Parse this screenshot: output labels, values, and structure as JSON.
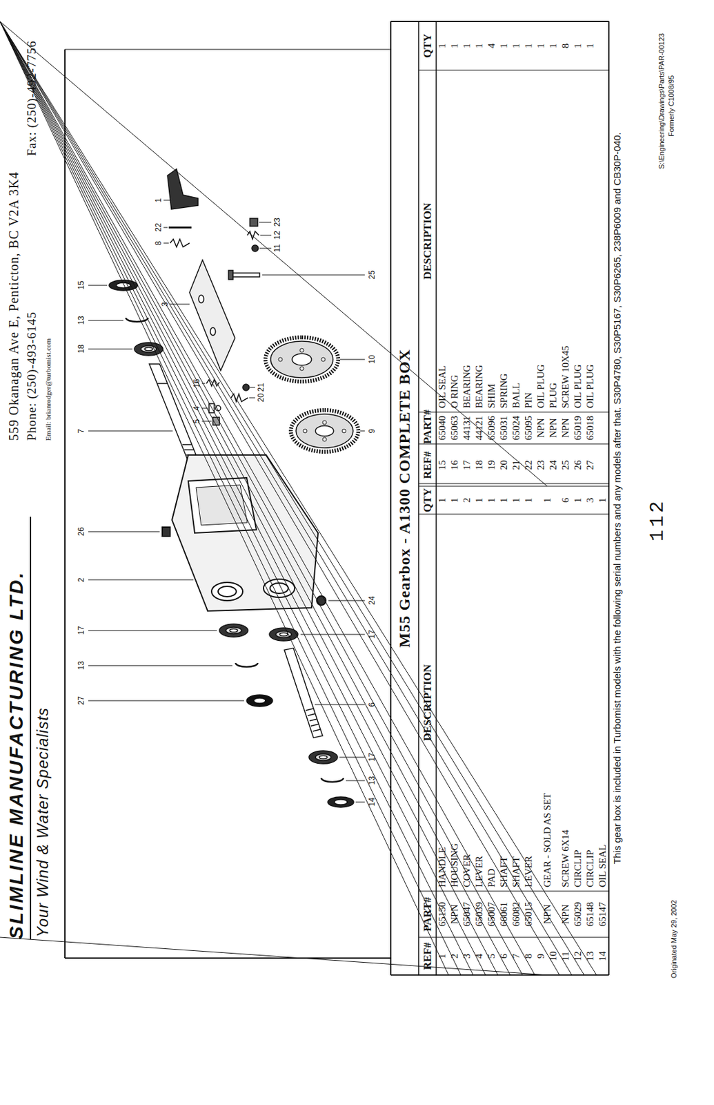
{
  "diagram": {
    "title": "M55 Gearbox - A1300 COMPLETE BOX",
    "labels": [
      "SLIMLINE MANUFACTURING LTD.",
      "Your Wind & Water Specialists",
      "559 Okanagan Ave E, Penticton, BC V2A 3K4",
      "Phone: (250)-493-6145",
      "Fax: (250)-492-7756",
      "Email: brianrodger@turbomist.com",
      "27",
      "13",
      "17",
      "2",
      "26",
      "7",
      "18",
      "13",
      "15",
      "14",
      "13",
      "17",
      "6",
      "17",
      "24",
      "9",
      "10",
      "25",
      "5",
      "4",
      "16",
      "20",
      "21",
      "3",
      "11",
      "12",
      "23",
      "8",
      "22",
      "1",
      "REF#",
      "PART#",
      "DESCRIPTION",
      "QTY",
      "REF#",
      "PART#",
      "DESCRIPTION",
      "QTY",
      "1",
      "65150",
      "HANDLE",
      "1",
      "2",
      "NPN",
      "HOUSING",
      "1",
      "3",
      "65047",
      "COVER",
      "2",
      "4",
      "65039",
      "LEVER",
      "1",
      "5",
      "65007",
      "PAD",
      "1",
      "6",
      "66061",
      "SHAFT",
      "1",
      "7",
      "66082",
      "SHAFT",
      "1",
      "8",
      "65015",
      "LEVER",
      "1",
      "9",
      "NPN",
      "GEAR - SOLD AS SET",
      "1",
      "10",
      "11",
      "NPN",
      "SCREW 6X14",
      "6",
      "12",
      "65029",
      "CIRCLIP",
      "1",
      "13",
      "65148",
      "CIRCLIP",
      "3",
      "14",
      "65147",
      "OIL SEAL",
      "1",
      "15",
      "65040",
      "OIL SEAL",
      "1",
      "16",
      "65063",
      "O RING",
      "1",
      "17",
      "44131",
      "BEARING",
      "1",
      "18",
      "44121",
      "BEARING",
      "1",
      "19",
      "65096",
      "SHIM",
      "4",
      "20",
      "65031",
      "SPRING",
      "1",
      "21",
      "65024",
      "BALL",
      "1",
      "22",
      "65095",
      "PIN",
      "1",
      "23",
      "NPN",
      "OIL PLUG",
      "1",
      "24",
      "NPN",
      "PLUG",
      "1",
      "25",
      "NPN",
      "SCREW 10X45",
      "8",
      "26",
      "65019",
      "OIL PLUG",
      "1",
      "27",
      "65018",
      "OIL PLUG",
      "1",
      "This gear box is included in Turbomist models with the following serial numbers and any models after that. S30P4780, S30P5167, S30P6265, 238P6009 and CB30P-040.",
      "112",
      "Originated May 29, 2002",
      "S:\\Engineering\\Drawings\\Parts\\PAR-00123",
      "Formerly C1008/95"
    ]
  }
}
